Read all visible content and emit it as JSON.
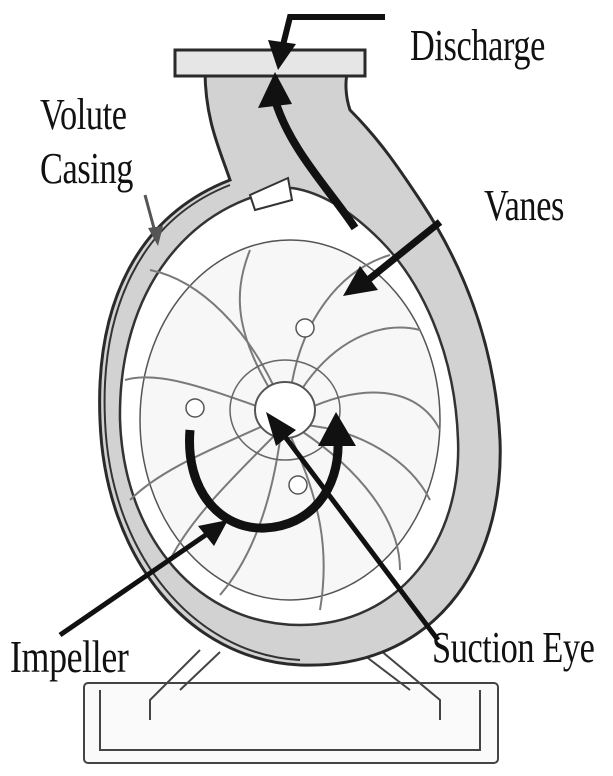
{
  "labels": {
    "discharge": "Discharge",
    "volute_line1": "Volute",
    "volute_line2": "Casing",
    "vanes": "Vanes",
    "impeller": "Impeller",
    "suction_eye": "Suction Eye"
  },
  "colors": {
    "casing_fill": "#d4d4d4",
    "outline": "#2a2a2a",
    "arrow": "#111111",
    "background": "#ffffff"
  }
}
